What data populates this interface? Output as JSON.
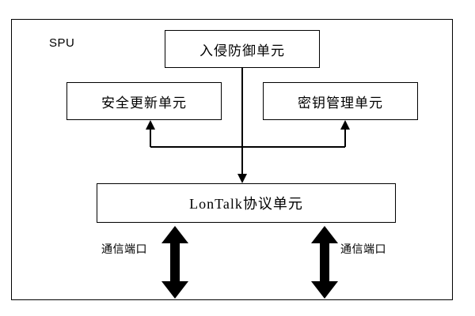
{
  "diagram": {
    "type": "block-diagram",
    "container_label": "SPU",
    "boxes": [
      {
        "id": "intrusion",
        "label": "入侵防御单元"
      },
      {
        "id": "update",
        "label": "安全更新单元"
      },
      {
        "id": "key",
        "label": "密钥管理单元"
      },
      {
        "id": "lontalk",
        "label": "LonTalk协议单元"
      }
    ],
    "labels": {
      "port_left": "通信端口",
      "port_right": "通信端口"
    },
    "colors": {
      "stroke": "#000000",
      "background": "#ffffff"
    }
  }
}
